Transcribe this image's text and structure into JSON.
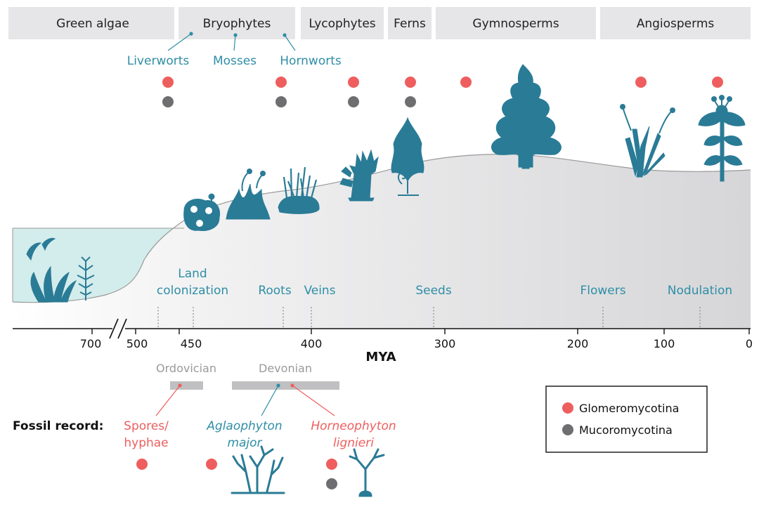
{
  "groups": [
    "Green algae",
    "Bryophytes",
    "Lycophytes",
    "Ferns",
    "Gymnosperms",
    "Angiosperms"
  ],
  "bryophyte_subgroups": [
    "Liverworts",
    "Mosses",
    "Hornworts"
  ],
  "events": {
    "land_colonization": [
      "Land",
      "colonization"
    ],
    "roots": "Roots",
    "veins": "Veins",
    "seeds": "Seeds",
    "flowers": "Flowers",
    "nodulation": "Nodulation"
  },
  "axis": {
    "ticks": [
      "700",
      "500",
      "450",
      "400",
      "300",
      "200",
      "100",
      "0"
    ],
    "label": "MYA"
  },
  "periods": [
    "Ordovician",
    "Devonian"
  ],
  "fossil_record": {
    "label": "Fossil record:",
    "spores": [
      "Spores/",
      "hyphae"
    ],
    "aglaophyton": [
      "Aglaophyton",
      "major"
    ],
    "horneophyton": [
      "Horneophyton",
      "lignieri"
    ]
  },
  "legend": {
    "glomeromycotina": "Glomeromycotina",
    "mucoromycotina": "Mucoromycotina"
  },
  "colors": {
    "glomeromycotina": "#ee5e5e",
    "mucoromycotina": "#6e6e70",
    "plant": "#2a7b96",
    "water": "#d3ecec",
    "header_box": "#e6e6e8"
  }
}
